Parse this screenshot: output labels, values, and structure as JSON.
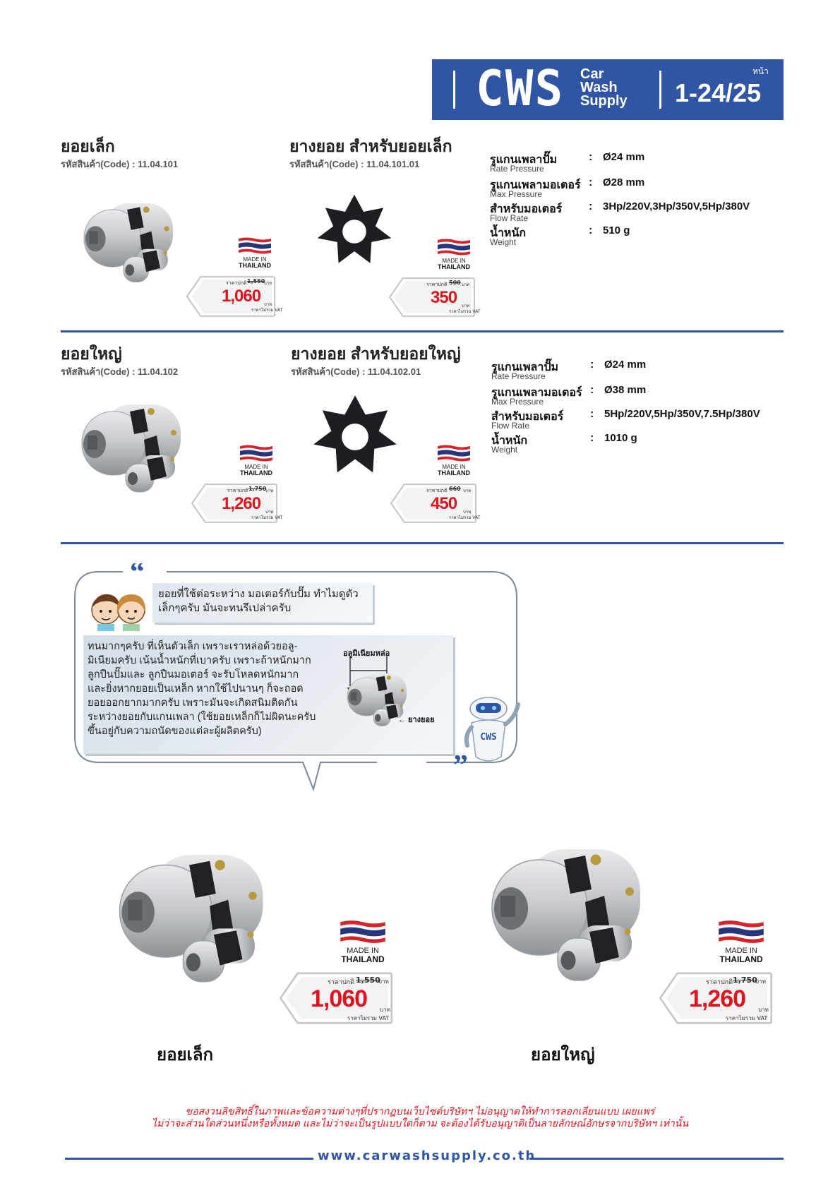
{
  "header": {
    "brand": "CWS",
    "brand_line1": "Car",
    "brand_line2": "Wash",
    "brand_line3": "Supply",
    "page_label": "หน้า",
    "page_number": "1-24/25",
    "color": "#2f55a4"
  },
  "products": [
    {
      "title": "ยอยเล็ก",
      "code": "รหัสสินค้า(Code) : 11.04.101",
      "made_in_line1": "MADE IN",
      "made_in_line2": "THAILAND",
      "normal_label": "ราคาปกติ",
      "old_price": "1,550",
      "baht": "บาท",
      "price": "1,060",
      "vat": "ราคาไม่รวม VAT"
    },
    {
      "title": "ยางยอย สำหรับยอยเล็ก",
      "code": "รหัสสินค้า(Code) : 11.04.101.01",
      "made_in_line1": "MADE IN",
      "made_in_line2": "THAILAND",
      "normal_label": "ราคาปกติ",
      "old_price": "500",
      "baht": "บาท",
      "price": "350",
      "vat": "ราคาไม่รวม VAT"
    },
    {
      "title": "ยอยใหญ่",
      "code": "รหัสสินค้า(Code) : 11.04.102",
      "made_in_line1": "MADE IN",
      "made_in_line2": "THAILAND",
      "normal_label": "ราคาปกติ",
      "old_price": "1,750",
      "baht": "บาท",
      "price": "1,260",
      "vat": "ราคาไม่รวม VAT"
    },
    {
      "title": "ยางยอย สำหรับยอยใหญ่",
      "code": "รหัสสินค้า(Code) : 11.04.102.01",
      "made_in_line1": "MADE IN",
      "made_in_line2": "THAILAND",
      "normal_label": "ราคาปกติ",
      "old_price": "660",
      "baht": "บาท",
      "price": "450",
      "vat": "ราคาไม่รวม VAT"
    }
  ],
  "specs": [
    {
      "rows": [
        {
          "label": "รูแกนเพลาปั๊ม",
          "sub": "Rate Pressure",
          "value": "Ø24 mm"
        },
        {
          "label": "รูแกนเพลามอเตอร์",
          "sub": "Max Pressure",
          "value": "Ø28 mm"
        },
        {
          "label": "สำหรับมอเตอร์",
          "sub": "Flow Rate",
          "value": "3Hp/220V,3Hp/350V,5Hp/380V"
        },
        {
          "label": "น้ำหนัก",
          "sub": "Weight",
          "value": "510 g"
        }
      ]
    },
    {
      "rows": [
        {
          "label": "รูแกนเพลาปั๊ม",
          "sub": "Rate Pressure",
          "value": "Ø24 mm"
        },
        {
          "label": "รูแกนเพลามอเตอร์",
          "sub": "Max Pressure",
          "value": "Ø38 mm"
        },
        {
          "label": "สำหรับมอเตอร์",
          "sub": "Flow Rate",
          "value": "5Hp/220V,5Hp/350V,7.5Hp/380V"
        },
        {
          "label": "น้ำหนัก",
          "sub": "Weight",
          "value": "1010 g"
        }
      ]
    }
  ],
  "colon": ":",
  "dialog": {
    "question": [
      "ยอยที่ใช้ต่อระหว่าง มอเตอร์กับปั๊ม ทำไมดูตัว",
      "เล็กๆครับ มันจะทนรึเปล่าครับ"
    ],
    "answer": [
      "ทนมากๆครับ ที่เห็นตัวเล็ก เพราะเราหล่อด้วยอลู-",
      "มิเนียมครับ เน้นน้ำหนักที่เบาครับ เพราะถ้าหนักมาก",
      "ลูกปืนปั๊มและ ลูกปืนมอเตอร์ จะรับโหลดหนักมาก",
      "และยิ่งหากยอยเป็นเหล็ก หากใช้ไปนานๆ ก็จะถอด",
      "ยอยออกยากมากครับ เพราะมันจะเกิดสนิมติดกัน",
      "ระหว่างยอยกับแกนเพลา (ใช้ยอยเหล็กก็ไม่ผิดนะครับ",
      "ขึ้นอยู่กับความถนัดของแต่ละผู้ผลิตครับ)"
    ],
    "label_aluminium": "อลูมิเนียมหล่อ",
    "label_rubber": "← ยางยอย",
    "robot_text": "CWS"
  },
  "bottom": [
    {
      "caption": "ยอยเล็ก",
      "made_in_line1": "MADE IN",
      "made_in_line2": "THAILAND",
      "normal_label": "ราคาปกติ",
      "old_price": "1,550",
      "baht": "บาท",
      "price": "1,060",
      "vat": "ราคาไม่รวม VAT"
    },
    {
      "caption": "ยอยใหญ่",
      "made_in_line1": "MADE IN",
      "made_in_line2": "THAILAND",
      "normal_label": "ราคาปกติ",
      "old_price": "1,750",
      "baht": "บาท",
      "price": "1,260",
      "vat": "ราคาไม่รวม VAT"
    }
  ],
  "disclaimer": [
    "ขอสงวนลิขสิทธิ์ในภาพและข้อความต่างๆที่ปรากฎบนเว็บไซต์บริษัทฯ ไม่อนุญาตให้ทำการลอกเลียนแบบ เผยแพร่",
    "ไม่ว่าจะส่วนใดส่วนหนึ่งหรือทั้งหมด และไม่ว่าจะเป็นรูปแบบใดก็ตาม จะต้องได้รับอนุญาติเป็นลายลักษณ์อักษรจากบริษัทฯ เท่านั้น"
  ],
  "footer_url": "www.carwashsupply.co.th"
}
